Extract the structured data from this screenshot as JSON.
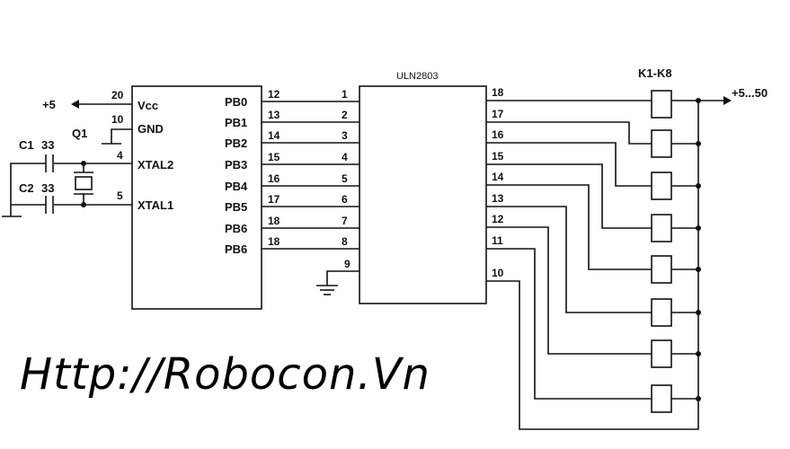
{
  "mcu": {
    "pins_left": [
      {
        "num": "20",
        "name": "Vcc"
      },
      {
        "num": "10",
        "name": "GND"
      },
      {
        "num": "4",
        "name": "XTAL2"
      },
      {
        "num": "5",
        "name": "XTAL1"
      }
    ],
    "pins_right": [
      {
        "name": "PB0",
        "num": "12"
      },
      {
        "name": "PB1",
        "num": "13"
      },
      {
        "name": "PB2",
        "num": "14"
      },
      {
        "name": "PB3",
        "num": "15"
      },
      {
        "name": "PB4",
        "num": "16"
      },
      {
        "name": "PB5",
        "num": "17"
      },
      {
        "name": "PB6",
        "num": "18"
      },
      {
        "name": "PB6",
        "num": "18"
      }
    ]
  },
  "power": {
    "vcc_label": "+5",
    "relay_supply_label": "+5...50"
  },
  "crystal": {
    "label": "Q1"
  },
  "caps": [
    {
      "name": "C1",
      "value": "33"
    },
    {
      "name": "C2",
      "value": "33"
    }
  ],
  "driver": {
    "title": "ULN2803",
    "in_pins": [
      "1",
      "2",
      "3",
      "4",
      "5",
      "6",
      "7",
      "8"
    ],
    "gnd_pin": "9",
    "out_pins": [
      "18",
      "17",
      "16",
      "15",
      "14",
      "13",
      "12",
      "11",
      "10"
    ]
  },
  "relays": {
    "label": "K1-K8"
  },
  "watermark": "Http://Robocon.Vn"
}
